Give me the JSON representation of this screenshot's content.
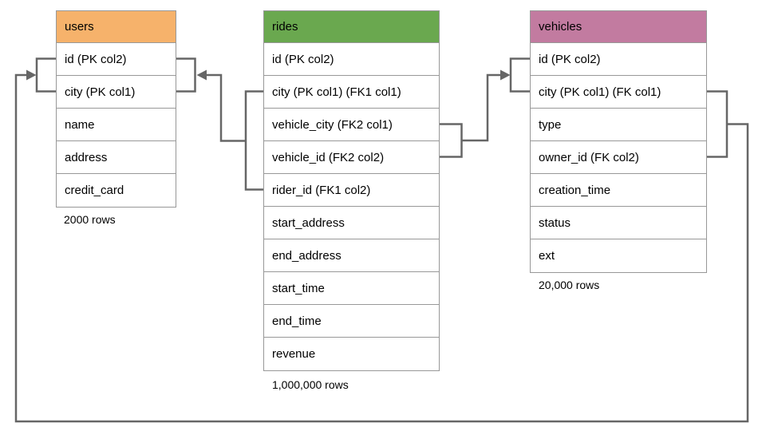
{
  "diagram": {
    "background_color": "#ffffff",
    "connector_color": "#666666",
    "table_border_color": "#989898",
    "tables": [
      {
        "name": "users",
        "header_color": "#F6B26B",
        "columns": [
          "id (PK col2)",
          "city (PK col1)",
          "name",
          "address",
          "credit_card"
        ],
        "row_count": "2000 rows"
      },
      {
        "name": "rides",
        "header_color": "#6AA84F",
        "columns": [
          "id (PK col2)",
          "city (PK col1) (FK1 col1)",
          "vehicle_city (FK2 col1)",
          "vehicle_id (FK2 col2)",
          "rider_id (FK1 col2)",
          "start_address",
          "end_address",
          "start_time",
          "end_time",
          "revenue"
        ],
        "row_count": "1,000,000 rows"
      },
      {
        "name": "vehicles",
        "header_color": "#C27BA0",
        "columns": [
          "id (PK col2)",
          "city (PK col1) (FK col1)",
          "type",
          "owner_id (FK col2)",
          "creation_time",
          "status",
          "ext"
        ],
        "row_count": "20,000 rows"
      }
    ],
    "relationships": [
      {
        "from_table": "rides",
        "from_columns": [
          "city (FK1 col1)",
          "rider_id (FK1 col2)"
        ],
        "to_table": "users",
        "to_columns": [
          "id (PK col2)",
          "city (PK col1)"
        ]
      },
      {
        "from_table": "rides",
        "from_columns": [
          "vehicle_city (FK2 col1)",
          "vehicle_id (FK2 col2)"
        ],
        "to_table": "vehicles",
        "to_columns": [
          "id (PK col2)",
          "city (PK col1)"
        ]
      },
      {
        "from_table": "vehicles",
        "from_columns": [
          "city (FK col1)",
          "owner_id (FK col2)"
        ],
        "to_table": "users",
        "to_columns": [
          "id (PK col2)",
          "city (PK col1)"
        ]
      }
    ]
  }
}
